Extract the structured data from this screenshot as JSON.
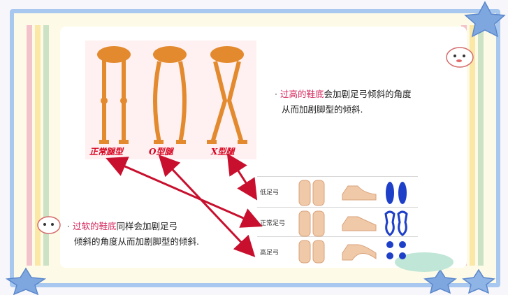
{
  "figure_captions": [
    "正常腿型",
    "O型腿",
    "X型腿"
  ],
  "arch_labels": [
    "低足弓",
    "正常足弓",
    "高足弓"
  ],
  "statement_top": {
    "highlight": "过高的鞋底",
    "rest_line1": "会加剧足弓倾斜的角度",
    "line2": "从而加剧脚型的倾斜."
  },
  "statement_bottom": {
    "highlight": "过软的鞋底",
    "rest_line1": "同样会加剧足弓",
    "line2": "倾斜的角度从而加剧脚型的倾斜."
  },
  "colors": {
    "highlight": "#d62a5f",
    "arrow": "#c8102e",
    "bone": "#e38a2e",
    "frame": "#a9c8f0",
    "footprint": "#1e3fc8"
  },
  "icons": [
    "star-icon",
    "cloud-icon",
    "flower-icon"
  ]
}
